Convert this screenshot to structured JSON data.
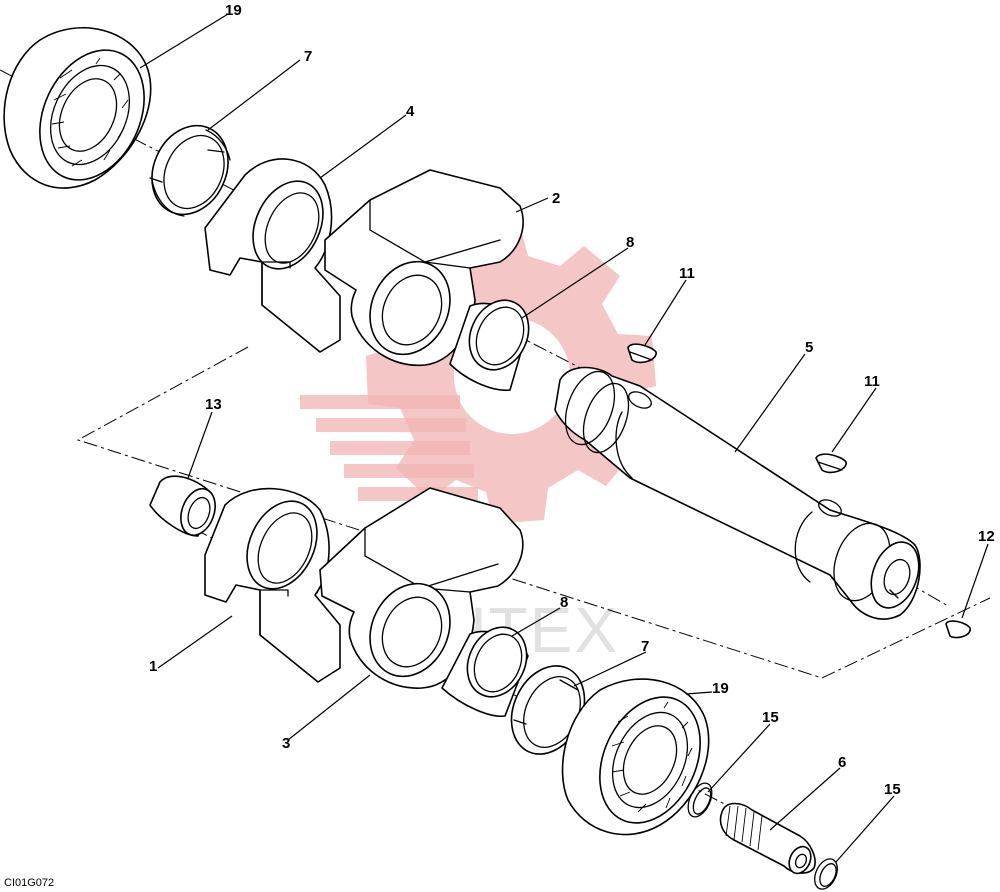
{
  "diagram": {
    "drawing_code": "CI01G072",
    "watermark_text": "MHTEX",
    "callouts": [
      {
        "id": "c19a",
        "text": "19"
      },
      {
        "id": "c7a",
        "text": "7"
      },
      {
        "id": "c4",
        "text": "4"
      },
      {
        "id": "c2",
        "text": "2"
      },
      {
        "id": "c8a",
        "text": "8"
      },
      {
        "id": "c11a",
        "text": "11"
      },
      {
        "id": "c5",
        "text": "5"
      },
      {
        "id": "c11b",
        "text": "11"
      },
      {
        "id": "c12",
        "text": "12"
      },
      {
        "id": "c13",
        "text": "13"
      },
      {
        "id": "c1",
        "text": "1"
      },
      {
        "id": "c8b",
        "text": "8"
      },
      {
        "id": "c7b",
        "text": "7"
      },
      {
        "id": "c19b",
        "text": "19"
      },
      {
        "id": "c3",
        "text": "3"
      },
      {
        "id": "c15a",
        "text": "15"
      },
      {
        "id": "c6",
        "text": "6"
      },
      {
        "id": "c15b",
        "text": "15"
      }
    ]
  }
}
